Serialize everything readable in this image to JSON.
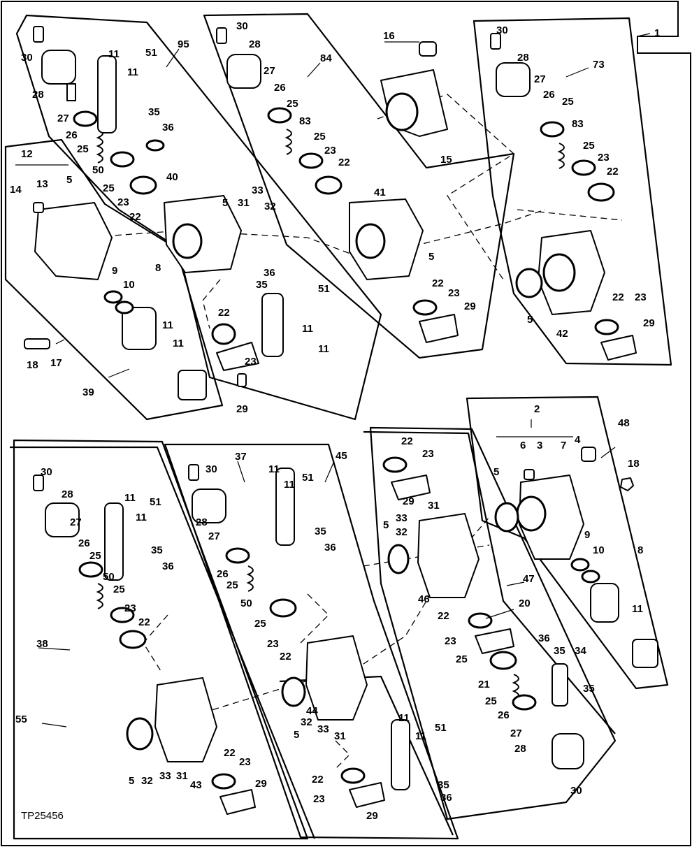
{
  "figure_ref": "TP25456",
  "callouts": {
    "c1": "1",
    "c95": "95",
    "c84": "84",
    "c73": "73",
    "c39": "39",
    "c30a": "30",
    "c28a": "28",
    "c27a": "27",
    "c26a": "26",
    "c25a": "25",
    "c50a": "50",
    "c25b": "25",
    "c23a": "23",
    "c22a": "22",
    "c11a": "11",
    "c11b": "11",
    "c51a": "51",
    "c35a": "35",
    "c36a": "36",
    "c12": "12",
    "c14": "14",
    "c13": "13",
    "c5a": "5",
    "c9a": "9",
    "c10a": "10",
    "c8a": "8",
    "c11c": "11",
    "c11d": "11",
    "c18a": "18",
    "c17": "17",
    "c40": "40",
    "c5b": "5",
    "c31a": "31",
    "c33a": "33",
    "c32a": "32",
    "c36b": "36",
    "c35b": "35",
    "c51b": "51",
    "c22b": "22",
    "c23b": "23",
    "c11e": "11",
    "c11f": "11",
    "c29a": "29",
    "c30b": "30",
    "c28b": "28",
    "c27b": "27",
    "c26b": "26",
    "c25c": "25",
    "c83a": "83",
    "c25d": "25",
    "c23c": "23",
    "c22c": "22",
    "c16": "16",
    "c15": "15",
    "c41": "41",
    "c5c": "5",
    "c22d": "22",
    "c23d": "23",
    "c29b": "29",
    "c30c": "30",
    "c28c": "28",
    "c27c": "27",
    "c26c": "26",
    "c25e": "25",
    "c83b": "83",
    "c25f": "25",
    "c23e": "23",
    "c22e": "22",
    "c5d": "5",
    "c42": "42",
    "c22f": "22",
    "c23f": "23",
    "c29c": "29",
    "c38": "38",
    "c55": "55",
    "c30d": "30",
    "c28d": "28",
    "c27d": "27",
    "c26d": "26",
    "c25g": "25",
    "c50b": "50",
    "c25h": "25",
    "c23g": "23",
    "c22g": "22",
    "c11g": "11",
    "c11h": "11",
    "c51c": "51",
    "c35c": "35",
    "c36c": "36",
    "c5e": "5",
    "c32b": "32",
    "c33b": "33",
    "c31b": "31",
    "c43": "43",
    "c22h": "22",
    "c23h": "23",
    "c29d": "29",
    "c37": "37",
    "c45": "45",
    "c30e": "30",
    "c28e": "28",
    "c27e": "27",
    "c26e": "26",
    "c25i": "25",
    "c50c": "50",
    "c25j": "25",
    "c23i": "23",
    "c22i": "22",
    "c11i": "11",
    "c11j": "11",
    "c51d": "51",
    "c35d": "35",
    "c36d": "36",
    "c5f": "5",
    "c32c": "32",
    "c44": "44",
    "c33c": "33",
    "c31c": "31",
    "c22j": "22",
    "c23j": "23",
    "c29e": "29",
    "c11k": "11",
    "c11l": "11",
    "c51e": "51",
    "c35e": "35",
    "c36e": "36",
    "c22k": "22",
    "c23k": "23",
    "c29f": "29",
    "c5g": "5",
    "c33d": "33",
    "c32d": "32",
    "c31d": "31",
    "c46": "46",
    "c22l": "22",
    "c23l": "23",
    "c25k": "25",
    "c21": "21",
    "c25l": "25",
    "c26f": "26",
    "c27f": "27",
    "c28f": "28",
    "c30f": "30",
    "c20": "20",
    "c47": "47",
    "c36f": "36",
    "c35f": "35",
    "c34": "34",
    "c35g": "35",
    "c48": "48",
    "c2": "2",
    "c6": "6",
    "c3": "3",
    "c7": "7",
    "c4": "4",
    "c18b": "18",
    "c5h": "5",
    "c9b": "9",
    "c10b": "10",
    "c8b": "8",
    "c11m": "11"
  }
}
